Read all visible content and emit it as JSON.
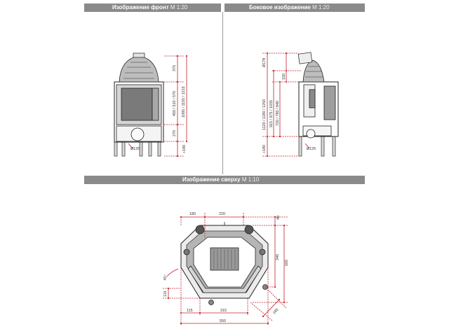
{
  "headers": {
    "front": {
      "title": "Изображение фронт",
      "scale": "M 1:20"
    },
    "side": {
      "title": "Боковое изображение",
      "scale": "M 1:20"
    },
    "top": {
      "title": "Изображение сверху",
      "scale": "M 1:10"
    }
  },
  "front_view": {
    "dims": {
      "top": "375",
      "door": "450 / 510 / 570",
      "bottom": "270",
      "total": "1095 / 1155 / 1215",
      "legs": "+180",
      "flue": "Ø125"
    }
  },
  "side_view": {
    "dims": {
      "pipe": "Ø178",
      "gap": "150",
      "total": "1120 / 1180 / 1250",
      "mid": "915 / 975 / 1035",
      "door": "720 / 780 / 840",
      "legs": "+180",
      "flue": "Ø125"
    }
  },
  "top_view": {
    "dims": {
      "d180": "180",
      "d220": "220",
      "d40": "40",
      "d345": "345",
      "d500": "500",
      "angle": "45°",
      "d115_left": "115",
      "d115_bottom": "115",
      "d315": "315",
      "d550": "550",
      "d165": "165"
    }
  }
}
